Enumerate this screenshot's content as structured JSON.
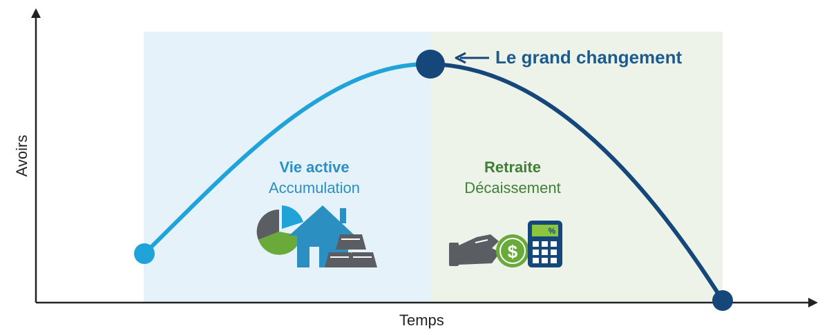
{
  "axes": {
    "x_label": "Temps",
    "y_label": "Avoirs"
  },
  "phases": {
    "active": {
      "title": "Vie active",
      "subtitle": "Accumulation",
      "bg_color": "#e5f2f9",
      "text_color": "#2b8fc2",
      "curve_color": "#1fa3d9"
    },
    "retirement": {
      "title": "Retraite",
      "subtitle": "Décaissement",
      "bg_color": "#edf3e8",
      "text_color": "#3f7f36",
      "curve_color": "#15477a"
    }
  },
  "peak_callout": "Le grand changement",
  "icons": {
    "active": [
      "pie-chart-icon",
      "house-icon",
      "gold-bars-icon"
    ],
    "retirement": [
      "hand-giving-icon",
      "dollar-coin-icon",
      "calculator-icon"
    ]
  }
}
